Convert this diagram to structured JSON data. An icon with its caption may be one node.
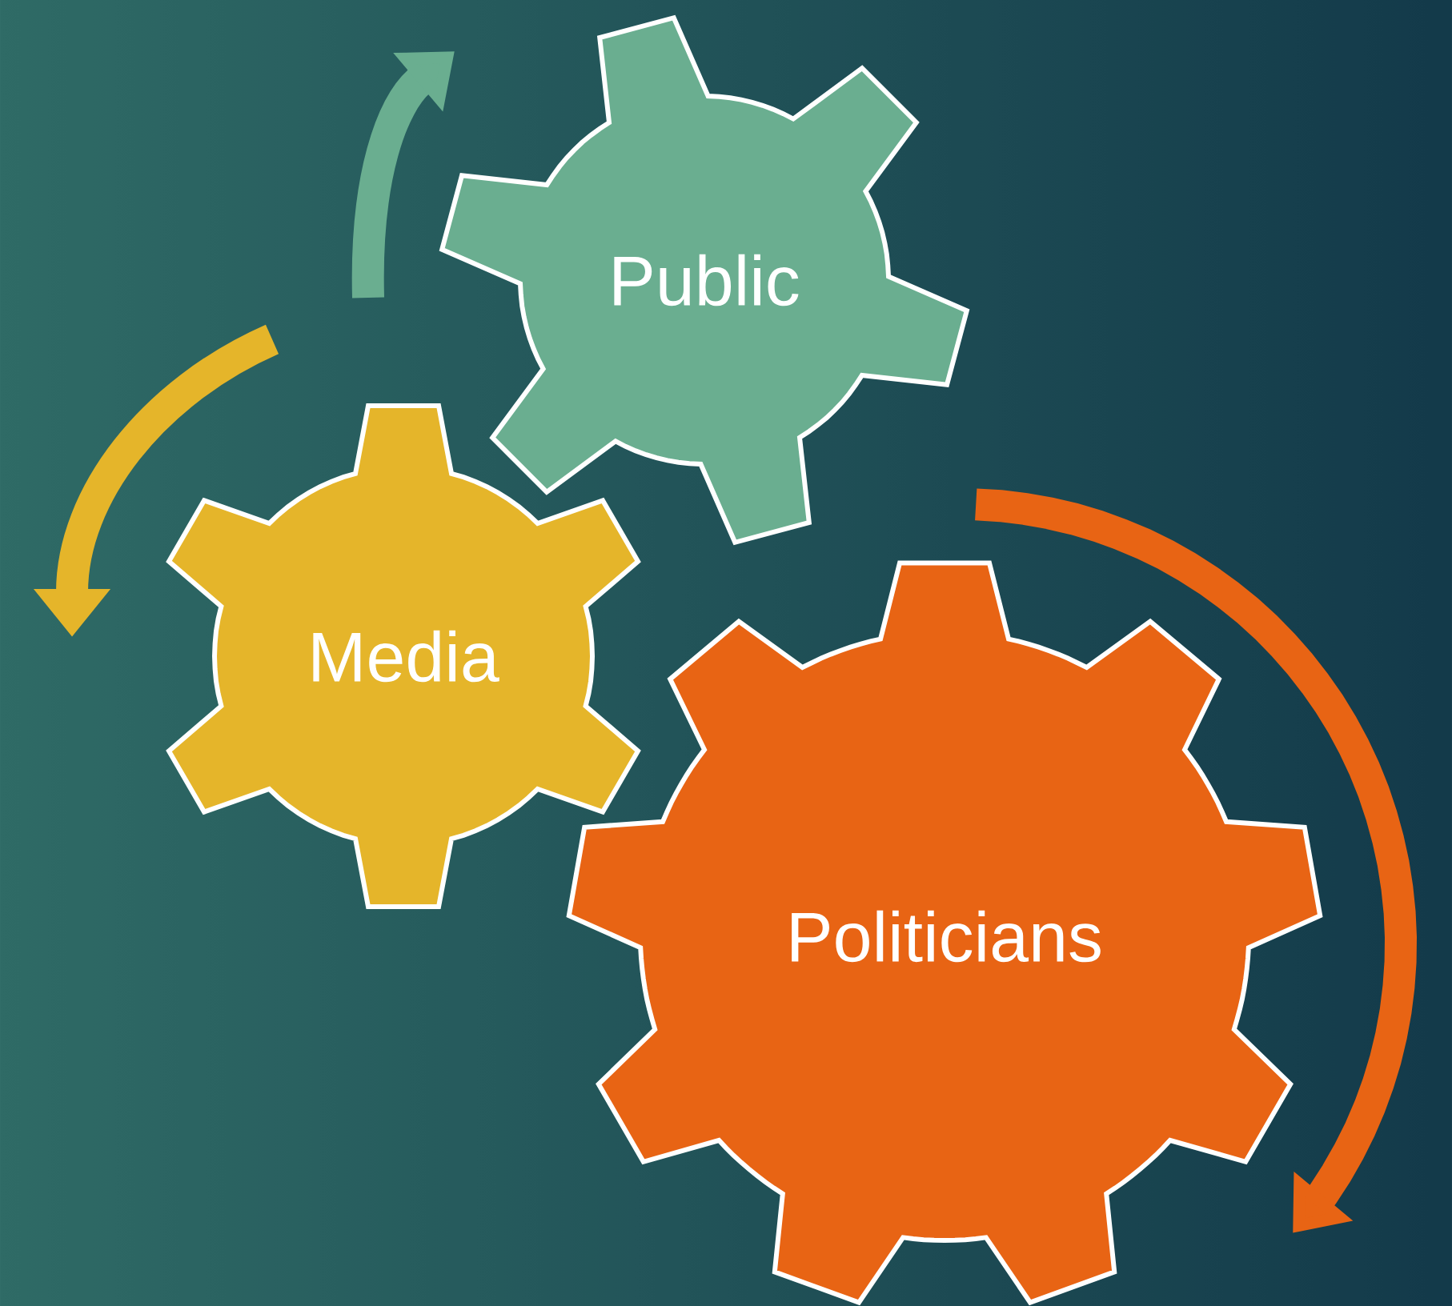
{
  "diagram": {
    "nodes": [
      {
        "text": [
          "Public"
        ]
      },
      {
        "text": [
          "Media"
        ]
      },
      {
        "text": [
          "Politicians"
        ]
      }
    ]
  }
}
